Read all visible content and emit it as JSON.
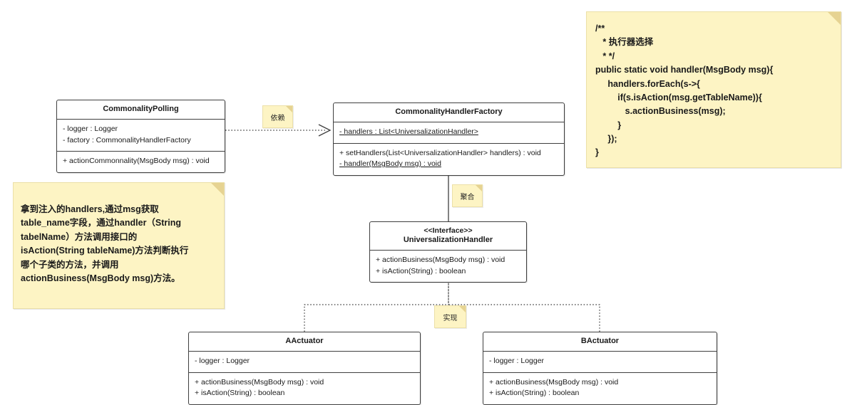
{
  "diagram": {
    "type": "uml-class-diagram",
    "background": "#ffffff",
    "line_color": "#3f3f3f",
    "note_color": "#fdf4c4",
    "note_fold_color": "#e6d392"
  },
  "classes": {
    "commonality_polling": {
      "name": "CommonalityPolling",
      "attributes": [
        "- logger :  Logger",
        "- factory : CommonalityHandlerFactory"
      ],
      "operations": [
        "+ actionCommonnality(MsgBody msg) : void"
      ]
    },
    "commonality_handler_factory": {
      "name": "CommonalityHandlerFactory",
      "attributes": [
        "- handlers : List<UniversalizationHandler> "
      ],
      "operations": [
        "+ setHandlers(List<UniversalizationHandler> handlers) : void",
        "- handler(MsgBody msg) : void"
      ]
    },
    "universalization_handler": {
      "stereotype": "<<Interface>>",
      "name": "UniversalizationHandler",
      "operations": [
        "+ actionBusiness(MsgBody msg) : void",
        "+ isAction(String) : boolean"
      ]
    },
    "a_actuator": {
      "name": "AActuator",
      "attributes": [
        "- logger :  Logger"
      ],
      "operations": [
        "+ actionBusiness(MsgBody msg) : void",
        "+ isAction(String) : boolean"
      ]
    },
    "b_actuator": {
      "name": "BActuator",
      "attributes": [
        "- logger :  Logger"
      ],
      "operations": [
        "+ actionBusiness(MsgBody msg) : void",
        "+ isAction(String) : boolean"
      ]
    }
  },
  "notes": {
    "code_note": {
      "text": "/**\n   * 执行器选择\n   * */\npublic static void handler(MsgBody msg){\n     handlers.forEach(s->{\n         if(s.isAction(msg.getTableName)){\n            s.actionBusiness(msg);\n         }\n     });\n}"
    },
    "chinese_note": {
      "text": "拿到注入的handlers,通过msg获取\ntable_name字段，通过handler（String\ntabelName）方法调用接口的\nisAction(String tableName)方法判断执行\n哪个子类的方法，并调用\nactionBusiness(MsgBody msg)方法。"
    }
  },
  "edge_labels": {
    "dependency": "依赖",
    "aggregation": "聚合",
    "realization": "实现"
  },
  "relationships": [
    {
      "kind": "dependency",
      "from": "CommonalityPolling",
      "to": "CommonalityHandlerFactory",
      "label": "依赖",
      "line": "dotted",
      "arrow": "open"
    },
    {
      "kind": "aggregation",
      "from": "CommonalityHandlerFactory",
      "to": "UniversalizationHandler",
      "label": "聚合",
      "line": "solid",
      "arrow": "hollow-diamond"
    },
    {
      "kind": "realization",
      "from": "AActuator",
      "to": "UniversalizationHandler",
      "label": "实现",
      "line": "dotted",
      "arrow": "hollow-triangle"
    },
    {
      "kind": "realization",
      "from": "BActuator",
      "to": "UniversalizationHandler",
      "label": "实现",
      "line": "dotted",
      "arrow": "hollow-triangle"
    }
  ]
}
